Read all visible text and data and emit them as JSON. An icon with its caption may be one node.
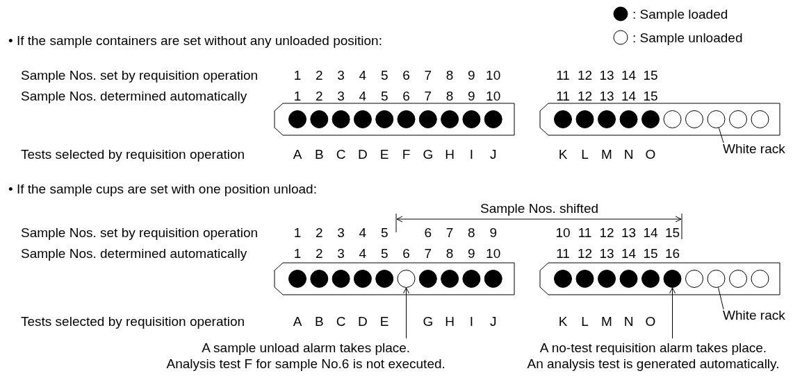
{
  "diagram": {
    "nodes": [
      {
        "text": [
          "White rack"
        ]
      },
      {
        "text": [
          "White rack"
        ]
      },
      {
        "text": [
          "A sample unload alarm takes place.",
          "Analysis test F for sample No.6 is not executed."
        ]
      },
      {
        "text": [
          "A no-test requisition alarm takes place.",
          "An analysis test is generated automatically."
        ]
      },
      {
        "text": [],
        "shape": "circle"
      },
      {
        "text": [],
        "shape": "circle"
      },
      {
        "text": [],
        "shape": "circle"
      },
      {
        "text": [],
        "shape": "circle"
      }
    ],
    "edges": [
      {
        "from": 0,
        "to": 4,
        "arrow": "none"
      },
      {
        "from": 1,
        "to": 7,
        "arrow": "none"
      },
      {
        "from": 2,
        "to": 5,
        "arrow": "to"
      },
      {
        "from": 3,
        "to": 6,
        "arrow": "to"
      }
    ],
    "labels": [
      "• If the sample containers are set without any unloaded position:",
      "Sample Nos. set by requisition operation",
      "1",
      "2",
      "3",
      "4",
      "5",
      "6",
      "7",
      "8",
      "9",
      "10",
      "11",
      "12",
      "13",
      "14",
      "15",
      "Sample Nos. determined automatically",
      "1",
      "2",
      "3",
      "4",
      "5",
      "6",
      "7",
      "8",
      "9",
      "10",
      "11",
      "12",
      "13",
      "14",
      "15",
      "Tests selected by requisition operation",
      "A",
      "B",
      "C",
      "D",
      "E",
      "F",
      "G",
      "H",
      "I",
      "J",
      "K",
      "L",
      "M",
      "N",
      "O",
      "• If the sample cups are set with one position unload:",
      "Sample Nos. shifted",
      "Sample Nos. set by requisition operation",
      "1",
      "2",
      "3",
      "4",
      "5",
      "6",
      "7",
      "8",
      "9",
      "10",
      "11",
      "12",
      "13",
      "14",
      "15",
      "Sample Nos. determined automatically",
      "1",
      "2",
      "3",
      "4",
      "5",
      "6",
      "7",
      "8",
      "9",
      "10",
      "11",
      "12",
      "13",
      "14",
      "15",
      "16",
      "Tests selected by requisition operation",
      "A",
      "B",
      "C",
      "D",
      "E",
      "G",
      "H",
      "I",
      "J",
      "K",
      "L",
      "M",
      "N",
      "O"
    ],
    "legend": [
      {
        "text": ": Sample loaded"
      },
      {
        "text": ": Sample unloaded"
      }
    ]
  }
}
